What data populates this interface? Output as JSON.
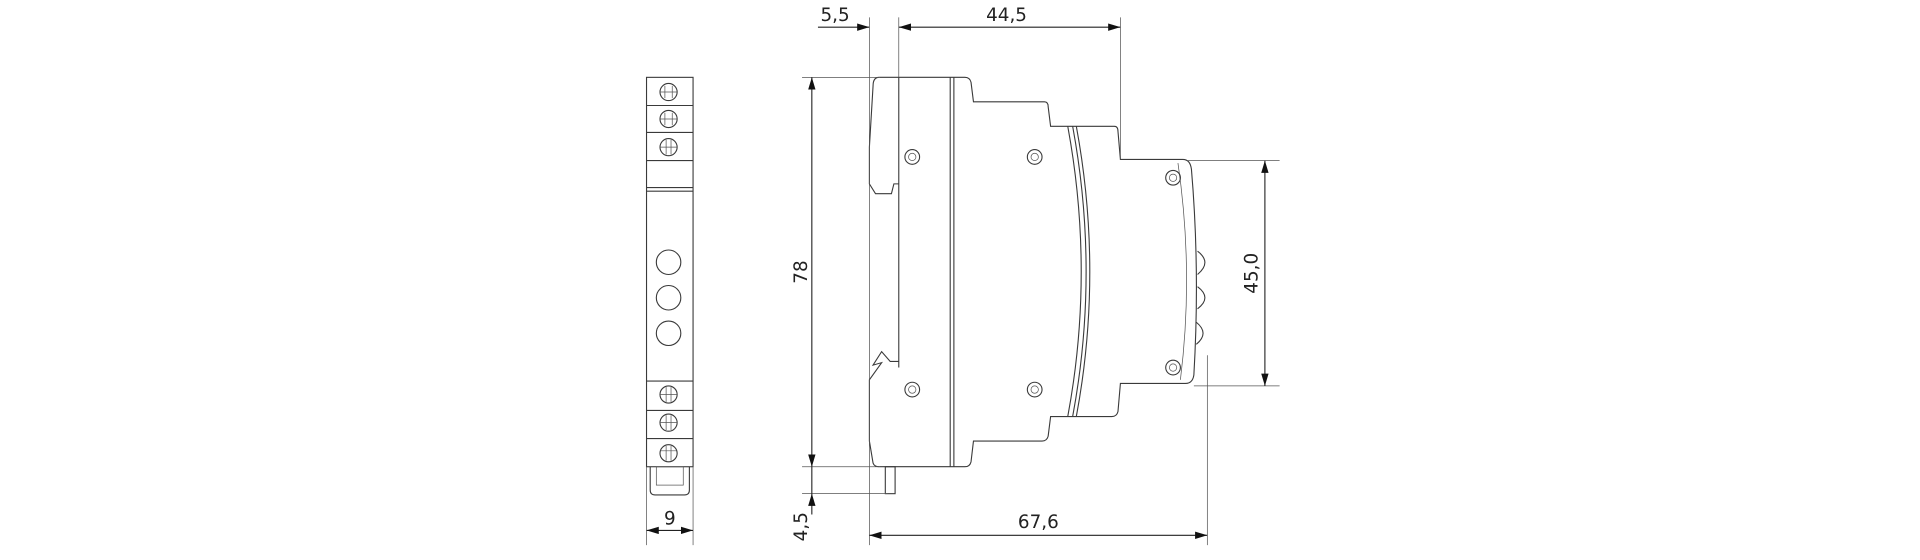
{
  "dimensions": {
    "width_front": "9",
    "rail_offset": "5,5",
    "front_depth": "44,5",
    "height": "78",
    "clip_extension": "4,5",
    "total_depth": "67,6",
    "front_height": "45,0"
  },
  "colors": {
    "line": "#3a3a3a",
    "background": "#ffffff"
  }
}
